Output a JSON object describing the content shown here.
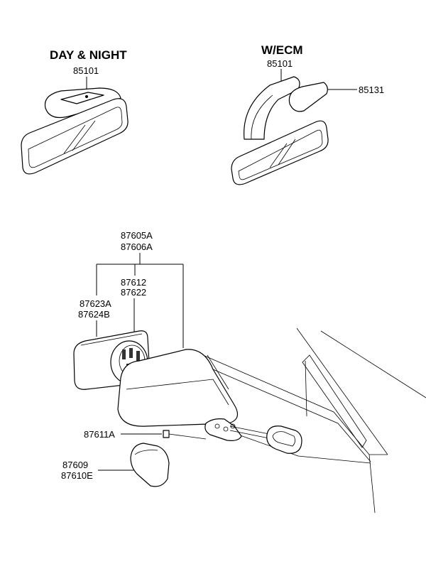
{
  "inside_mirror": {
    "day_night": {
      "heading": "DAY & NIGHT",
      "part_no": "85101"
    },
    "wecm": {
      "heading": "W/ECM",
      "part_no_mirror": "85101",
      "part_no_cover": "85131"
    }
  },
  "outside_mirror": {
    "assembly_a": "87605A",
    "assembly_b": "87606A",
    "glass_a": "87623A",
    "glass_b": "87624B",
    "actuator_a": "87612",
    "actuator_b": "87622",
    "screw": "87611A",
    "cover_a": "87609",
    "cover_b": "87610E"
  }
}
